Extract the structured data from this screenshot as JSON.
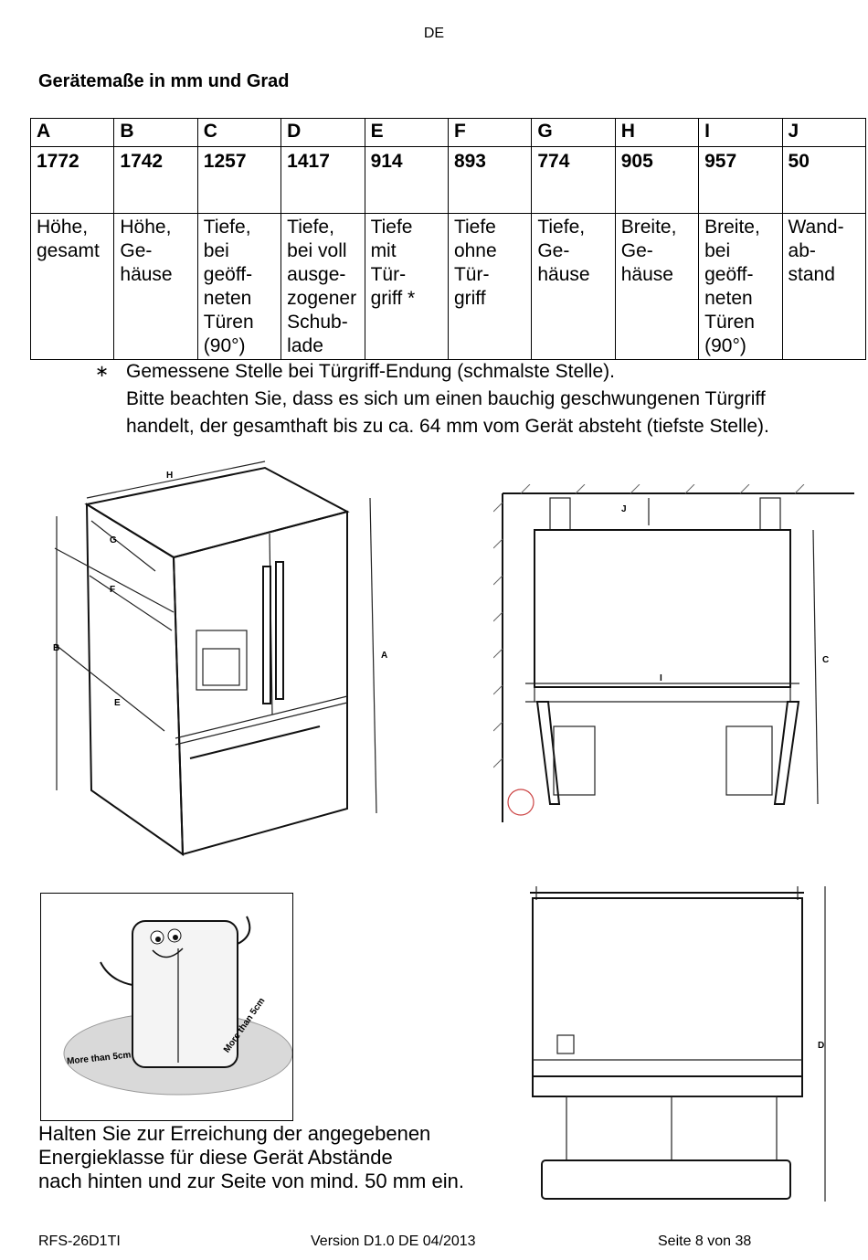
{
  "header": {
    "language": "DE"
  },
  "title": "Gerätemaße in mm und Grad",
  "table": {
    "columns": [
      "A",
      "B",
      "C",
      "D",
      "E",
      "F",
      "G",
      "H",
      "I",
      "J"
    ],
    "values": [
      "1772",
      "1742",
      "1257",
      "1417",
      "914",
      "893",
      "774",
      "905",
      "957",
      "50"
    ],
    "descriptions": [
      "Höhe,\ngesamt",
      "Höhe,\nGe-\nhäuse",
      "Tiefe,\nbei\ngeöff-\nneten\nTüren\n(90°)",
      "Tiefe,\nbei voll\nausge-\nzogener\nSchub-\nlade",
      "Tiefe\nmit\nTür-\ngriff *",
      "Tiefe\nohne\nTür-\ngriff",
      "Tiefe,\nGe-\nhäuse",
      "Breite,\nGe-\nhäuse",
      "Breite,\nbei\ngeöff-\nneten\nTüren\n(90°)",
      "Wand-\nab-\nstand"
    ]
  },
  "footnote": {
    "marker": "∗",
    "text": "Gemessene Stelle bei Türgriff-Endung (schmalste Stelle).\nBitte beachten Sie, dass es sich um einen bauchig geschwungenen Türgriff\nhandelt, der gesamthaft bis zu ca. 64 mm vom Gerät absteht (tiefste Stelle)."
  },
  "diagram_labels": {
    "H": "H",
    "G": "G",
    "F": "F",
    "B": "B",
    "E": "E",
    "A": "A",
    "J": "J",
    "I": "I",
    "C": "C",
    "D": "D"
  },
  "clearance_labels": {
    "left": "More than 5cm",
    "right": "More than 5cm"
  },
  "advice": "Halten Sie zur Erreichung der angegebenen\nEnergieklasse für diese Gerät Abstände\nnach hinten und zur Seite von mind. 50 mm ein.",
  "footer": {
    "model": "RFS-26D1TI",
    "version": "Version D1.0 DE 04/2013",
    "page": "Seite 8 von 38"
  }
}
